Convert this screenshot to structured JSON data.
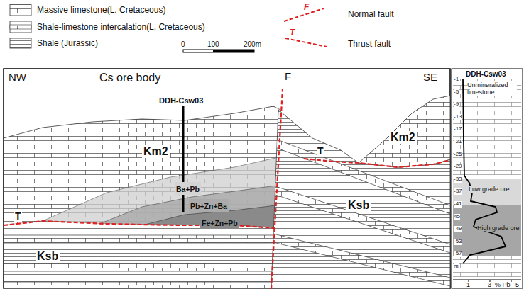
{
  "diagram": {
    "nodes": [
      {
        "text": [
          "Ba+Pb"
        ]
      },
      {
        "text": [
          "Pb+Zn+Ba"
        ]
      },
      {
        "text": [
          "Fe+Zn+Pb"
        ]
      }
    ],
    "labels": [
      "F",
      "T",
      "0",
      "100",
      "200m",
      "NW",
      "Cs ore body",
      "F",
      "SE",
      "DDH-Csw03",
      "Km2",
      "Km2",
      "T",
      "T",
      "Ksb",
      "Ksb",
      "DDH-Csw03",
      "Unmineralized limestone",
      "Low grade ore",
      "High grade ore",
      "-1",
      "-5",
      "-9",
      "-13",
      "-17",
      "-21",
      "-25",
      "-29",
      "-33",
      "-37",
      "-41",
      "45",
      "-49",
      "-53",
      "-57",
      "m",
      "1",
      "3",
      "5",
      "% Pb"
    ],
    "legend": [
      {
        "text": "Massive limestone(L. Cretaceous)"
      },
      {
        "text": "Shale-limestone intercalation(L, Cretaceous)"
      },
      {
        "text": "Shale (Jurassic)"
      },
      {
        "text": "Normal fault"
      },
      {
        "text": "Thrust fault"
      }
    ]
  }
}
